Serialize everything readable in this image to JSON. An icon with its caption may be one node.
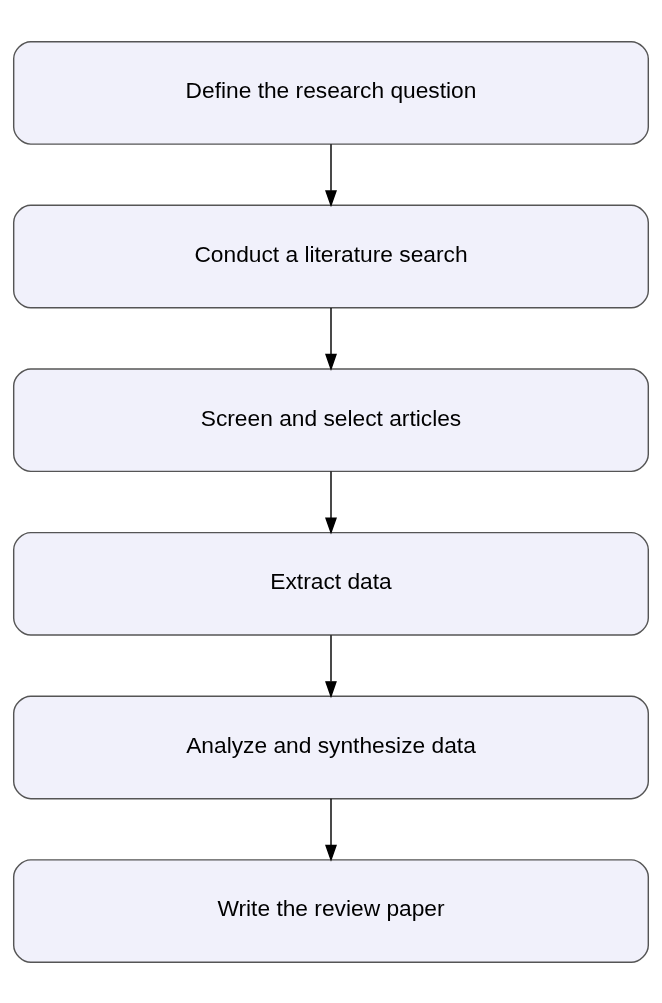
{
  "diagram": {
    "nodes": [
      {
        "text": [
          "Define the research question"
        ]
      },
      {
        "text": [
          "Conduct a literature search"
        ]
      },
      {
        "text": [
          "Screen and select articles"
        ]
      },
      {
        "text": [
          "Extract data"
        ]
      },
      {
        "text": [
          "Analyze and synthesize data"
        ]
      },
      {
        "text": [
          "Write the review paper"
        ]
      }
    ],
    "edges": [
      {
        "from": 0,
        "to": 1,
        "arrow": "to"
      },
      {
        "from": 1,
        "to": 2,
        "arrow": "to"
      },
      {
        "from": 2,
        "to": 3,
        "arrow": "to"
      },
      {
        "from": 3,
        "to": 4,
        "arrow": "to"
      },
      {
        "from": 4,
        "to": 5,
        "arrow": "to"
      }
    ]
  }
}
